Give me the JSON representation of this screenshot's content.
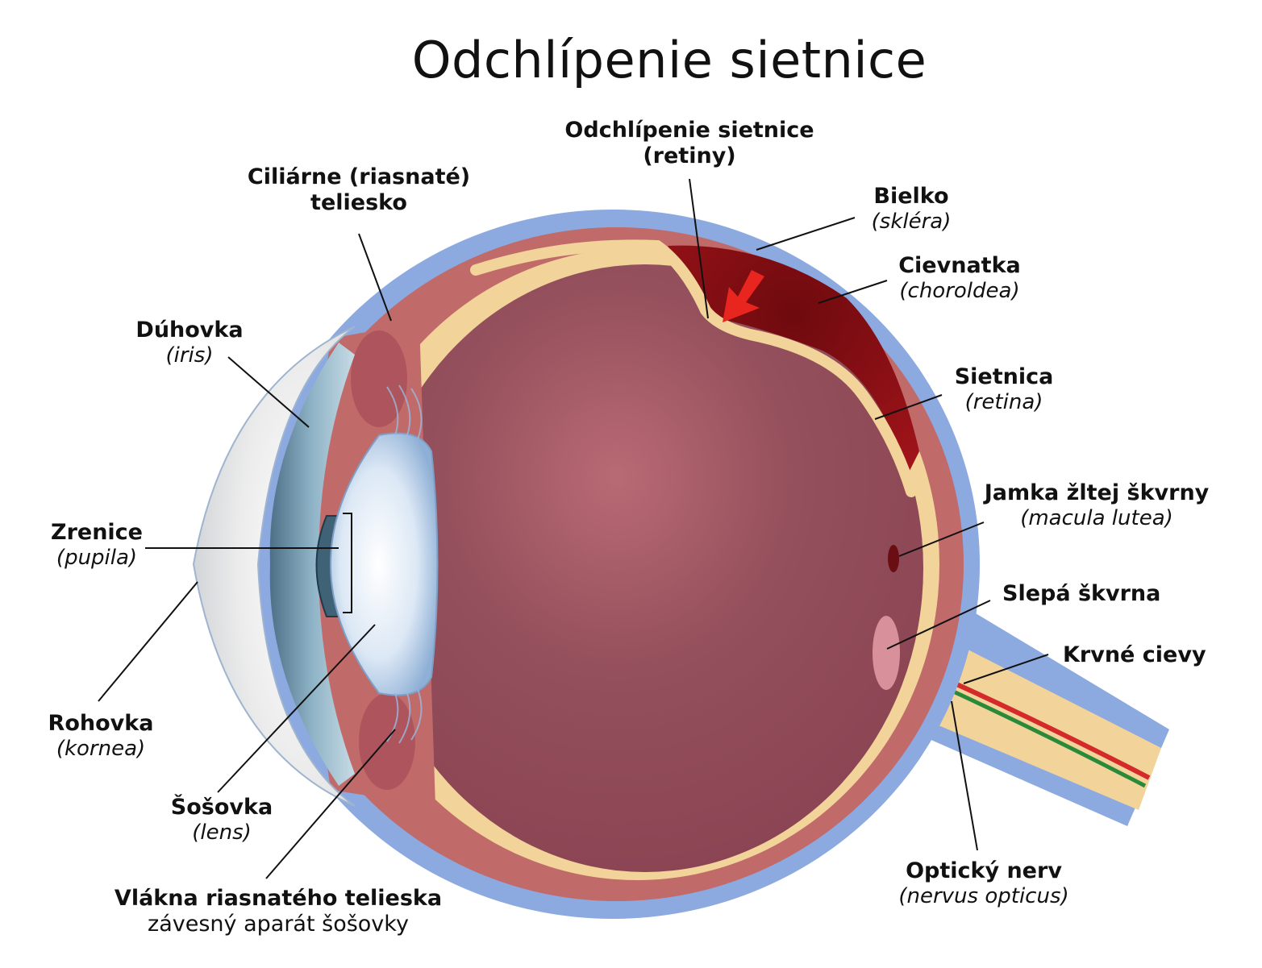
{
  "title": "Odchlípenie sietnice",
  "colors": {
    "sclera": "#8ca9e0",
    "choroid": "#c16a6a",
    "retina": "#f2d39a",
    "vitreous": "#8e4450",
    "detachment": "#8a0f14",
    "arrow": "#e8261f",
    "lens": "#dfeaf6",
    "cornea": "#e8e9ea",
    "iris": "#6e93a8",
    "blood_red": "#d42a2a",
    "blood_green": "#2a8a3a"
  },
  "labels": {
    "detachment": {
      "name": "Odchlípenie sietnice",
      "name2": "(retiny)"
    },
    "ciliary": {
      "name": "Ciliárne (riasnaté)",
      "name2": "teliesko"
    },
    "sclera": {
      "name": "Bielko",
      "sub": "(skléra)"
    },
    "choroid": {
      "name": "Cievnatka",
      "sub": "(choroldea)"
    },
    "iris": {
      "name": "Dúhovka",
      "sub": "(iris)"
    },
    "retina": {
      "name": "Sietnica",
      "sub": "(retina)"
    },
    "macula": {
      "name": "Jamka žltej škvrny",
      "sub": "(macula lutea)"
    },
    "pupil": {
      "name": "Zrenice",
      "sub": "(pupila)"
    },
    "blind_spot": {
      "name": "Slepá škvrna"
    },
    "vessels": {
      "name": "Krvné cievy"
    },
    "cornea": {
      "name": "Rohovka",
      "sub": "(kornea)"
    },
    "lens": {
      "name": "Šošovka",
      "sub": "(lens)"
    },
    "optic_nerve": {
      "name": "Optický nerv",
      "sub": "(nervus opticus)"
    },
    "zonule": {
      "name": "Vlákna riasnatého telieska",
      "sub": "závesný aparát šošovky"
    }
  }
}
